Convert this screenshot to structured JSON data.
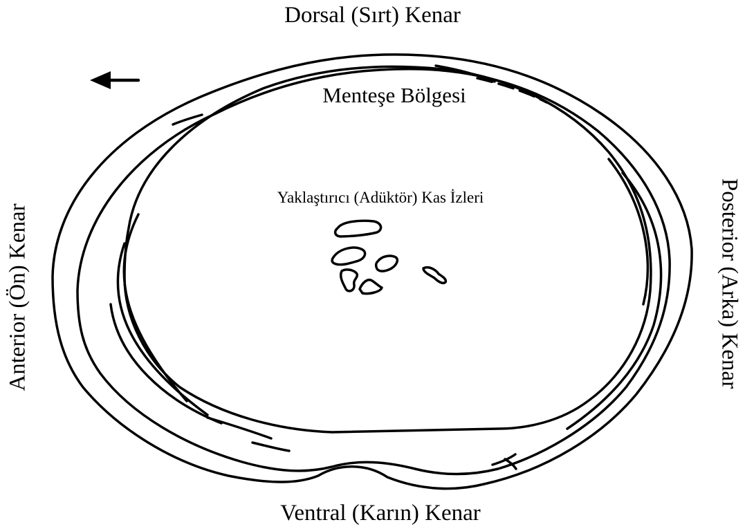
{
  "labels": {
    "dorsal": "Dorsal (Sırt) Kenar",
    "hinge": "Menteşe Bölgesi",
    "muscle_scars": "Yaklaştırıcı (Adüktör) Kas İzleri",
    "ventral": "Ventral (Karın) Kenar",
    "anterior": "Anterior (Ön) Kenar",
    "posterior": "Posterior (Arka) Kenar"
  },
  "colors": {
    "stroke": "#000000",
    "background": "#ffffff"
  },
  "icons": {
    "direction_arrow": "arrow-left-icon"
  }
}
